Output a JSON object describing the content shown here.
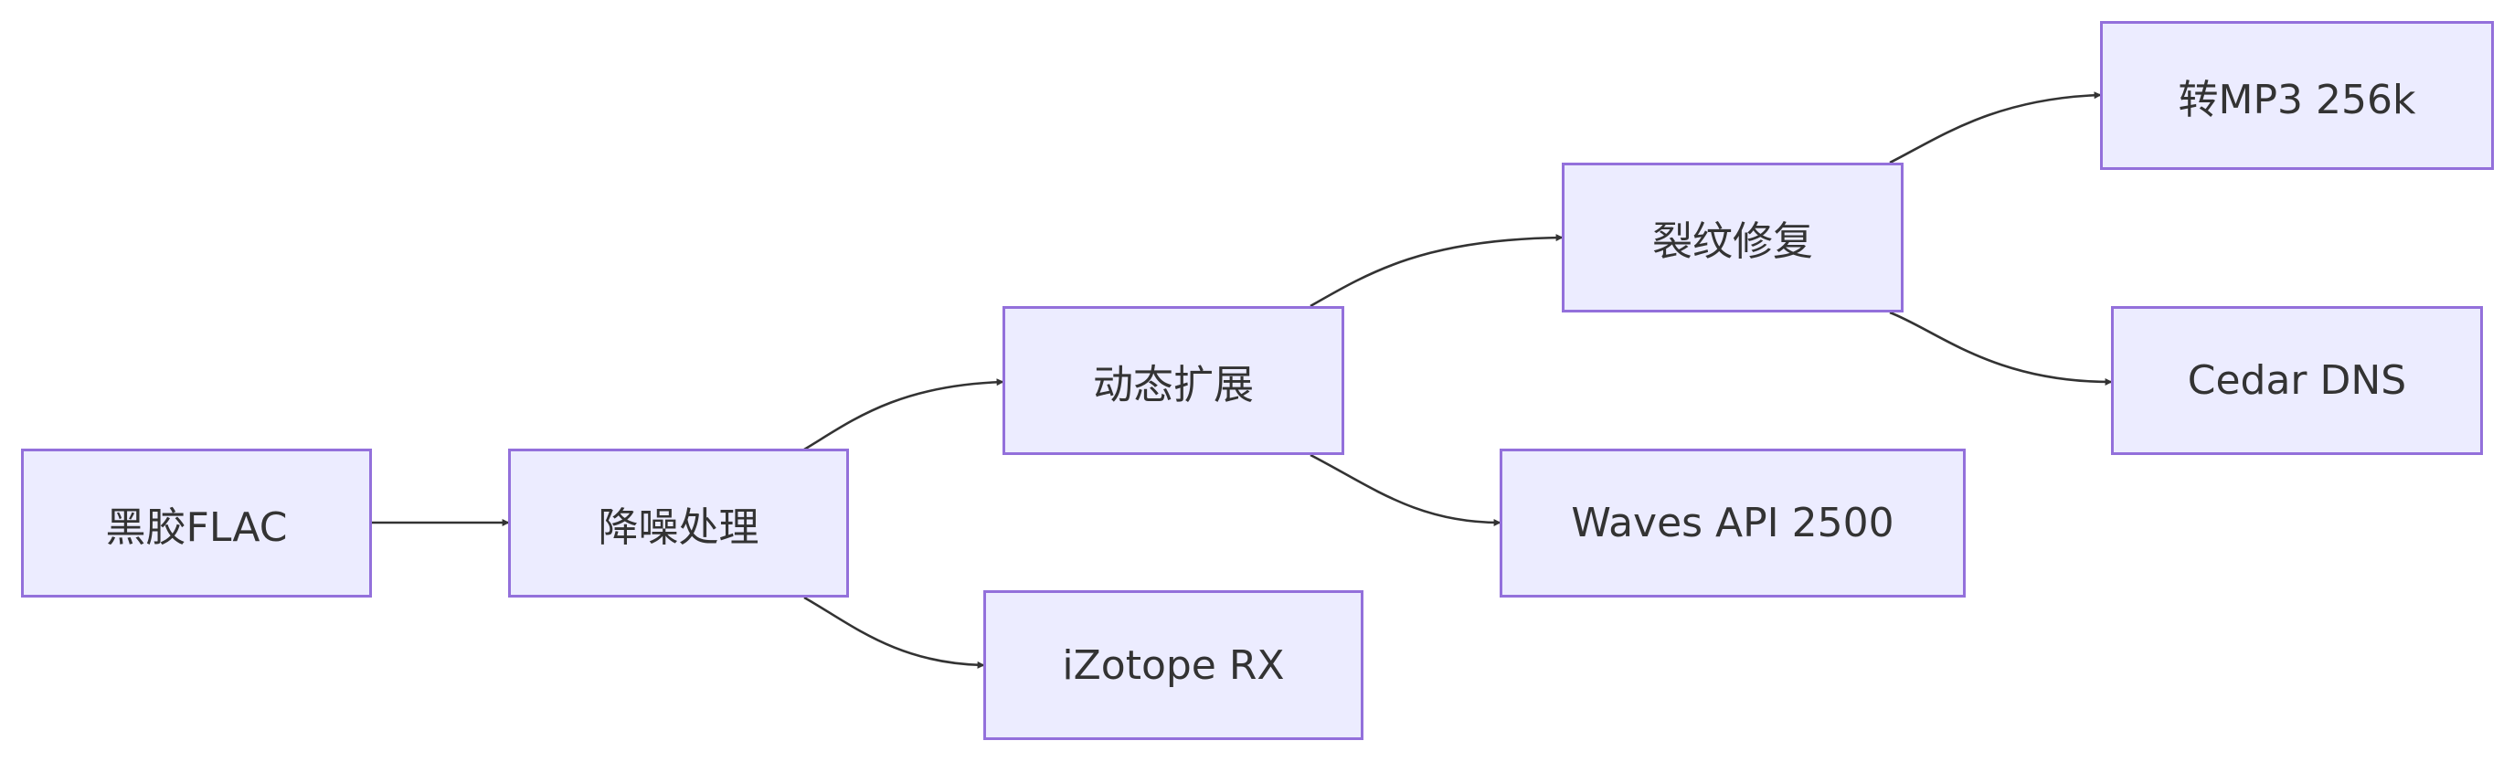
{
  "diagram": {
    "type": "flowchart",
    "direction": "left-to-right",
    "colors": {
      "node_fill": "#ececff",
      "node_border": "#9370db",
      "edge": "#333333",
      "text": "#333333"
    },
    "nodes": {
      "vinyl_flac": "黑胶FLAC",
      "noise_reduction": "降噪处理",
      "dynamic_expansion": "动态扩展",
      "izotope_rx": "iZotope RX",
      "crack_repair": "裂纹修复",
      "waves_api": "Waves API 2500",
      "mp3_256k": "转MP3 256k",
      "cedar_dns": "Cedar DNS"
    },
    "edges": [
      {
        "from": "黑胶FLAC",
        "to": "降噪处理"
      },
      {
        "from": "降噪处理",
        "to": "动态扩展"
      },
      {
        "from": "降噪处理",
        "to": "iZotope RX"
      },
      {
        "from": "动态扩展",
        "to": "裂纹修复"
      },
      {
        "from": "动态扩展",
        "to": "Waves API 2500"
      },
      {
        "from": "裂纹修复",
        "to": "转MP3 256k"
      },
      {
        "from": "裂纹修复",
        "to": "Cedar DNS"
      }
    ]
  }
}
